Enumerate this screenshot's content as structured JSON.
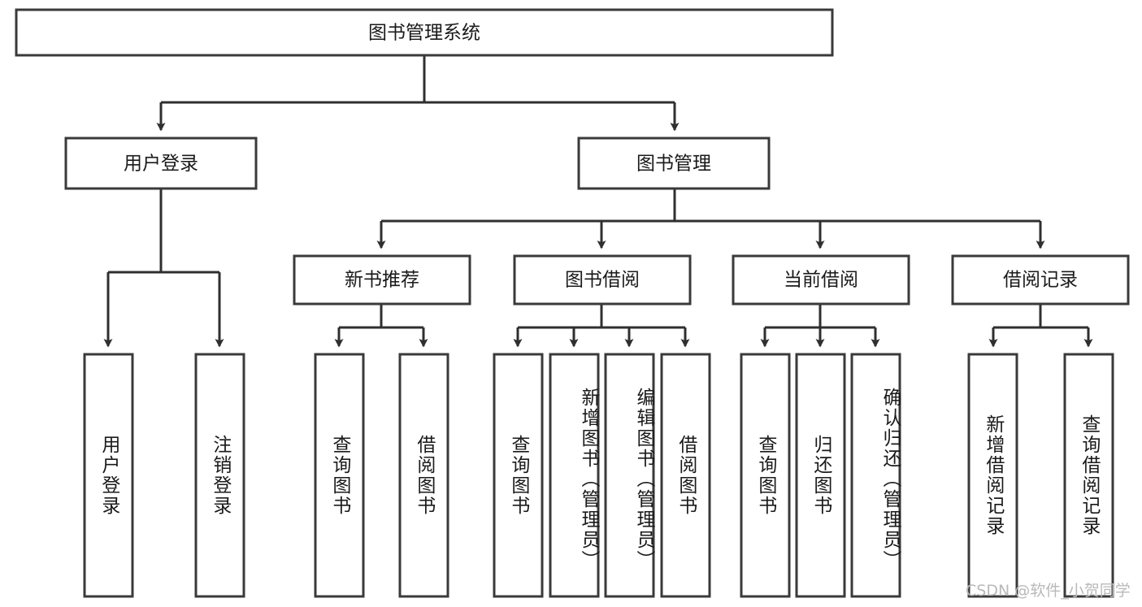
{
  "diagram": {
    "title": "图书管理系统",
    "watermark": "CSDN @软件_小贺同学",
    "style": {
      "box_fill": "#ffffff",
      "box_stroke": "#3a3a3a",
      "edge_color": "#2f2f2f",
      "text_color": "#1a1a1a",
      "background": "#ffffff",
      "watermark_color": "#b9b9b9"
    },
    "root": {
      "label": "图书管理系统"
    },
    "level2": [
      {
        "label": "用户登录"
      },
      {
        "label": "图书管理"
      }
    ],
    "level3": [
      {
        "label": "新书推荐"
      },
      {
        "label": "图书借阅"
      },
      {
        "label": "当前借阅"
      },
      {
        "label": "借阅记录"
      }
    ],
    "leaves": {
      "user_login": [
        {
          "label": "用户登录"
        },
        {
          "label": "注销登录"
        }
      ],
      "new_book_recommend": [
        {
          "label": "查询图书"
        },
        {
          "label": "借阅图书"
        }
      ],
      "book_borrow": [
        {
          "label": "查询图书"
        },
        {
          "label": "新增图书（管理员）"
        },
        {
          "label": "编辑图书（管理员）"
        },
        {
          "label": "借阅图书"
        }
      ],
      "current_borrow": [
        {
          "label": "查询图书"
        },
        {
          "label": "归还图书"
        },
        {
          "label": "确认归还（管理员）"
        }
      ],
      "borrow_record": [
        {
          "label": "新增借阅记录"
        },
        {
          "label": "查询借阅记录"
        }
      ]
    }
  },
  "chart_data": {
    "type": "diagram",
    "title": "图书管理系统",
    "nodes": [
      {
        "id": "root",
        "label": "图书管理系统",
        "level": 1
      },
      {
        "id": "n2a",
        "label": "用户登录",
        "level": 2
      },
      {
        "id": "n2b",
        "label": "图书管理",
        "level": 2
      },
      {
        "id": "n3a",
        "label": "新书推荐",
        "level": 3
      },
      {
        "id": "n3b",
        "label": "图书借阅",
        "level": 3
      },
      {
        "id": "n3c",
        "label": "当前借阅",
        "level": 3
      },
      {
        "id": "n3d",
        "label": "借阅记录",
        "level": 3
      },
      {
        "id": "l1",
        "label": "用户登录",
        "level": 4
      },
      {
        "id": "l2",
        "label": "注销登录",
        "level": 4
      },
      {
        "id": "l3",
        "label": "查询图书",
        "level": 4
      },
      {
        "id": "l4",
        "label": "借阅图书",
        "level": 4
      },
      {
        "id": "l5",
        "label": "查询图书",
        "level": 4
      },
      {
        "id": "l6",
        "label": "新增图书（管理员）",
        "level": 4
      },
      {
        "id": "l7",
        "label": "编辑图书（管理员）",
        "level": 4
      },
      {
        "id": "l8",
        "label": "借阅图书",
        "level": 4
      },
      {
        "id": "l9",
        "label": "查询图书",
        "level": 4
      },
      {
        "id": "l10",
        "label": "归还图书",
        "level": 4
      },
      {
        "id": "l11",
        "label": "确认归还（管理员）",
        "level": 4
      },
      {
        "id": "l12",
        "label": "新增借阅记录",
        "level": 4
      },
      {
        "id": "l13",
        "label": "查询借阅记录",
        "level": 4
      }
    ],
    "edges": [
      [
        "root",
        "n2a"
      ],
      [
        "root",
        "n2b"
      ],
      [
        "n2b",
        "n3a"
      ],
      [
        "n2b",
        "n3b"
      ],
      [
        "n2b",
        "n3c"
      ],
      [
        "n2b",
        "n3d"
      ],
      [
        "n2a",
        "l1"
      ],
      [
        "n2a",
        "l2"
      ],
      [
        "n3a",
        "l3"
      ],
      [
        "n3a",
        "l4"
      ],
      [
        "n3b",
        "l5"
      ],
      [
        "n3b",
        "l6"
      ],
      [
        "n3b",
        "l7"
      ],
      [
        "n3b",
        "l8"
      ],
      [
        "n3c",
        "l9"
      ],
      [
        "n3c",
        "l10"
      ],
      [
        "n3c",
        "l11"
      ],
      [
        "n3d",
        "l12"
      ],
      [
        "n3d",
        "l13"
      ]
    ]
  }
}
